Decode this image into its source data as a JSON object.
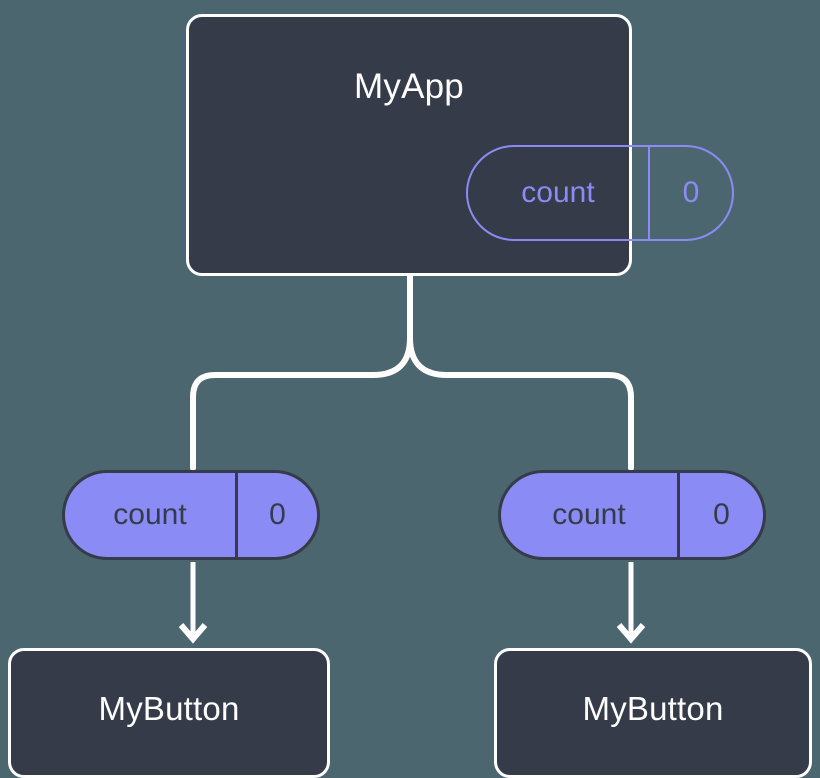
{
  "diagram": {
    "type": "component-tree",
    "background_color": "#4c6670",
    "node_fill_color": "#353b48",
    "node_border_color": "#ffffff",
    "accent_color": "#8b8bf5",
    "edge_color": "#ffffff"
  },
  "root": {
    "title": "MyApp",
    "state": {
      "key": "count",
      "value": "0"
    }
  },
  "props": [
    {
      "key": "count",
      "value": "0"
    },
    {
      "key": "count",
      "value": "0"
    }
  ],
  "children": [
    {
      "title": "MyButton"
    },
    {
      "title": "MyButton"
    }
  ]
}
